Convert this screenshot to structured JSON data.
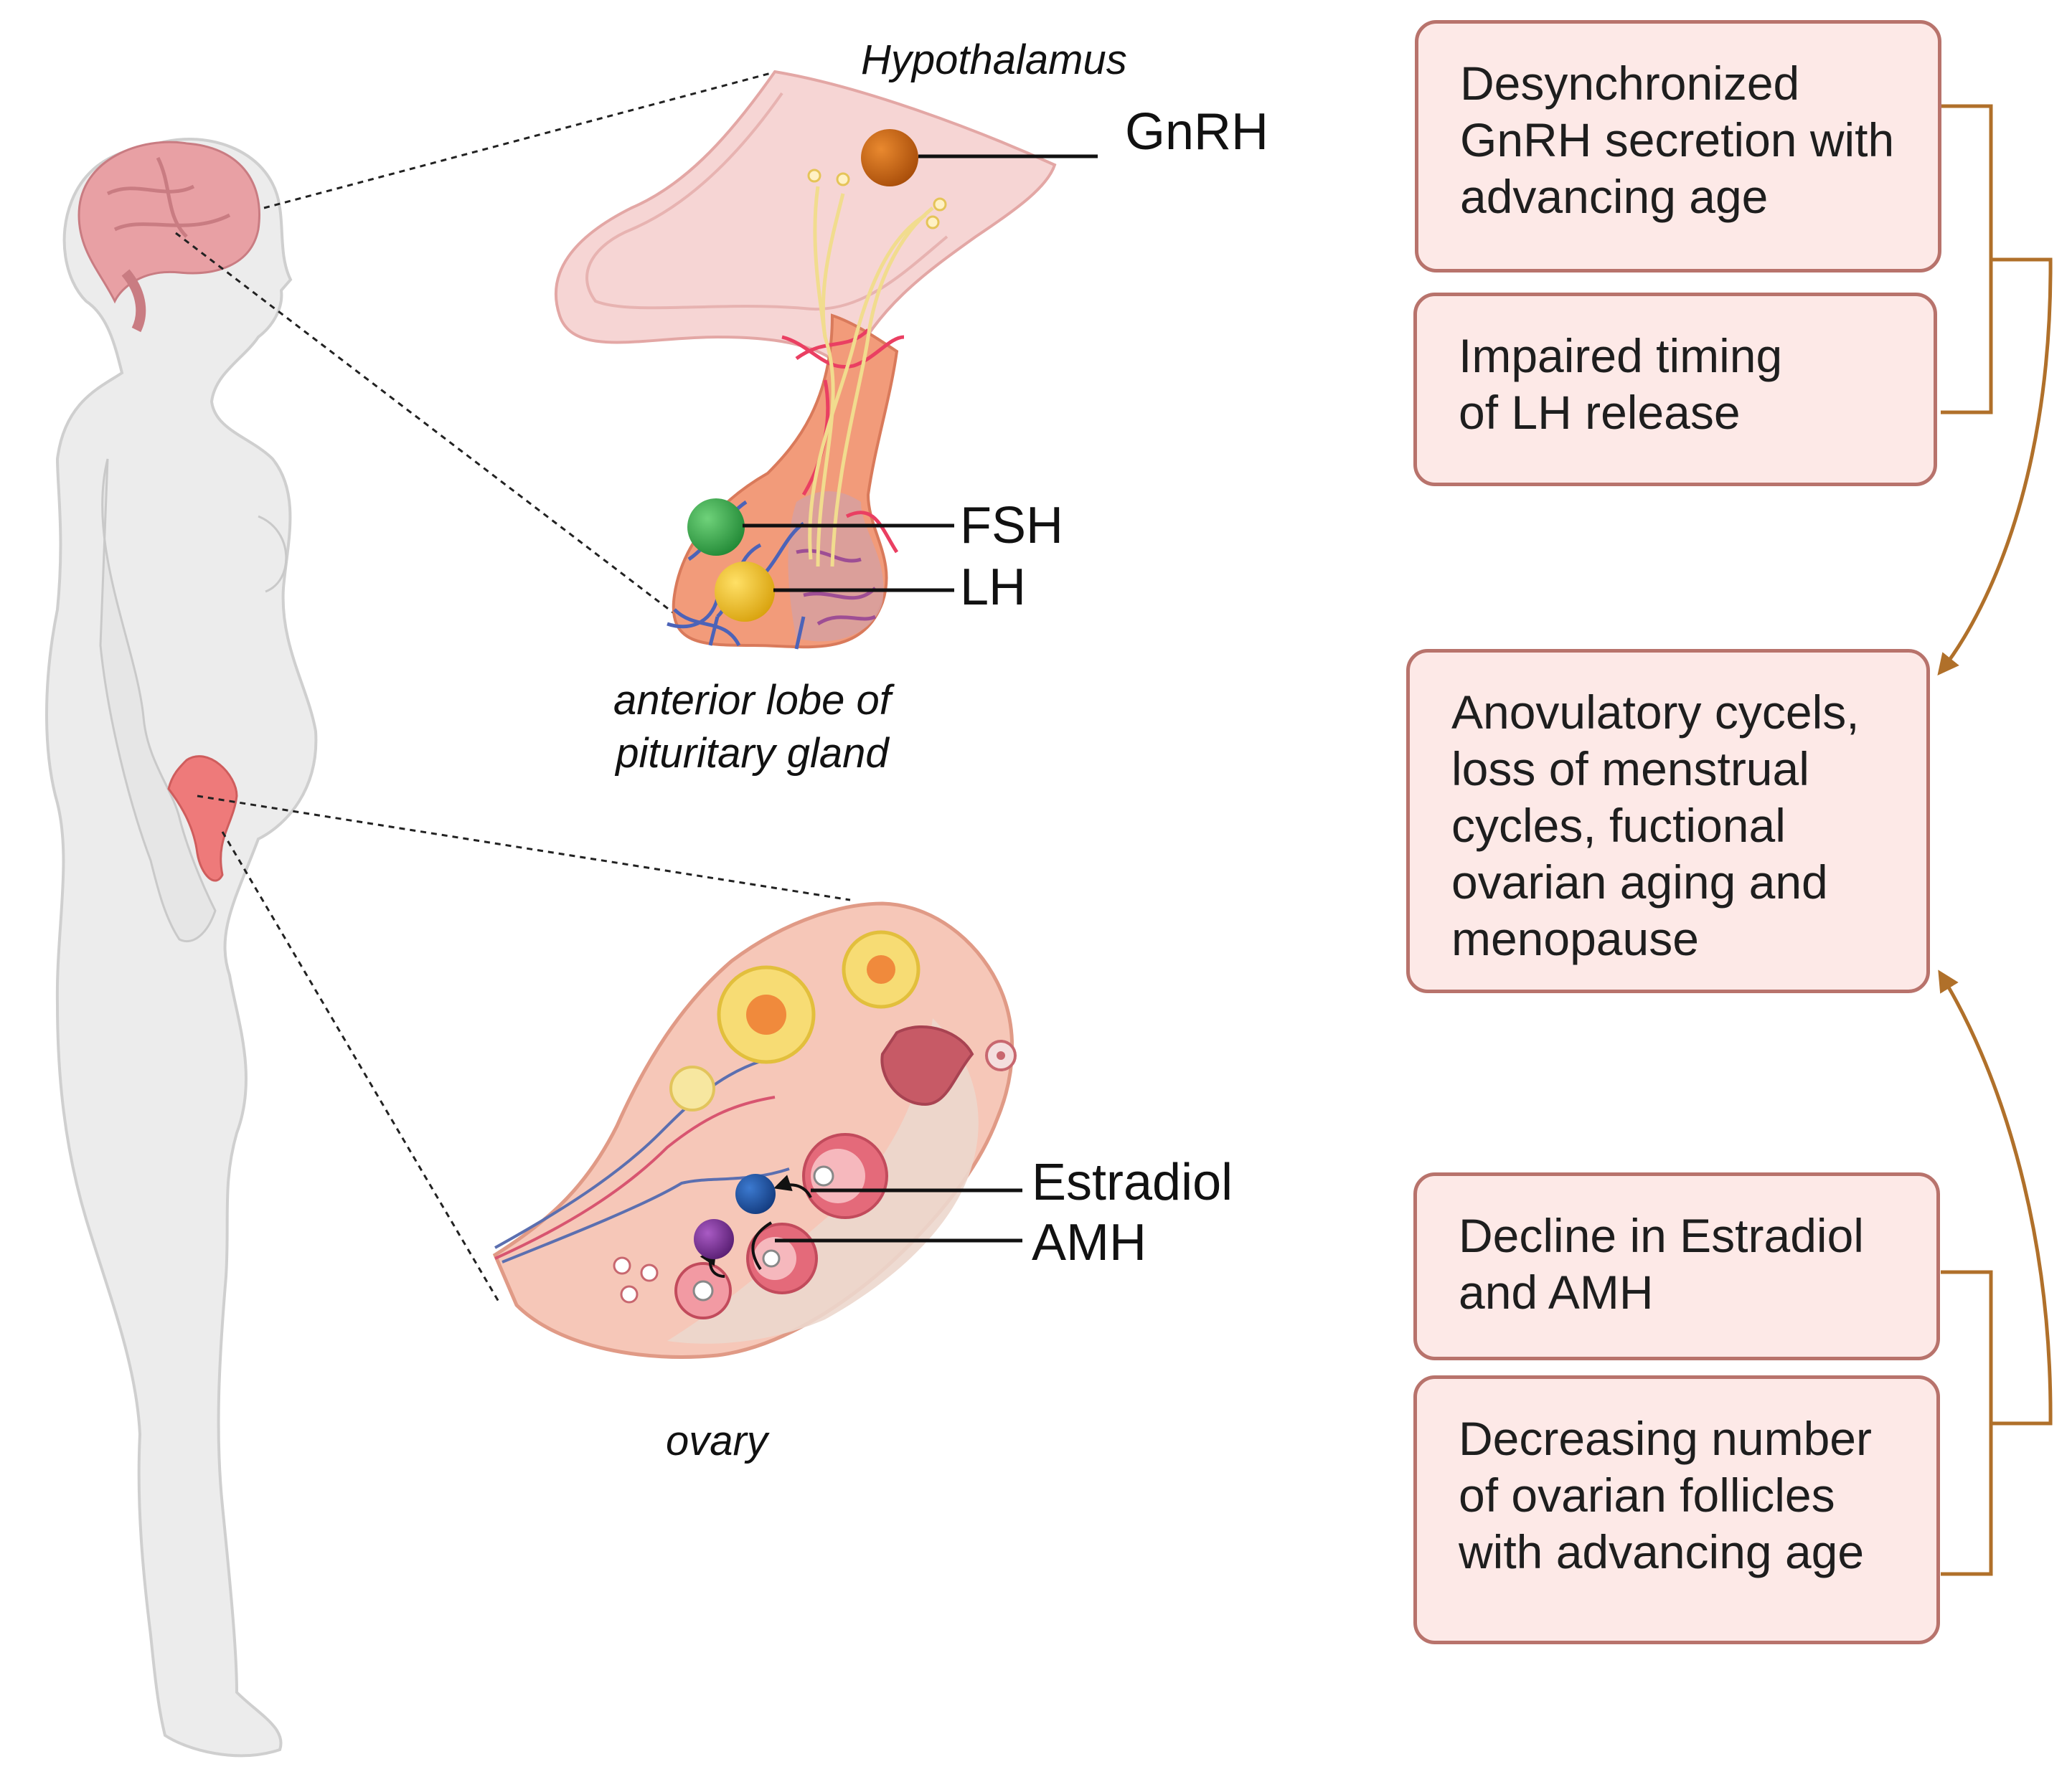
{
  "labels": {
    "hypothalamus": "Hypothalamus",
    "gnrh": "GnRH",
    "fsh": "FSH",
    "lh": "LH",
    "pituitary": "anterior lobe of\npituritary gland",
    "estradiol": "Estradiol",
    "amh": "AMH",
    "ovary": "ovary"
  },
  "boxes": {
    "gnrh_secretion": "Desynchronized\nGnRH secretion with\nadvancing age",
    "lh_timing": "Impaired timing\nof LH release",
    "outcome": "Anovulatory cycels,\nloss of menstrual\ncycles, fuctional\novarian aging and\nmenopause",
    "estradiol_decline": "Decline in Estradiol\nand AMH",
    "follicles": "Decreasing number\nof ovarian follicles\nwith advancing age"
  },
  "colors": {
    "box_fill": "#fde9e7",
    "box_border": "#b8736c",
    "connector": "#b0702a",
    "gnrh_dot": "#c5610f",
    "fsh_dot": "#36a84a",
    "lh_dot": "#f0c21c",
    "estradiol_dot": "#1f4fa0",
    "amh_dot": "#7b2f96"
  }
}
